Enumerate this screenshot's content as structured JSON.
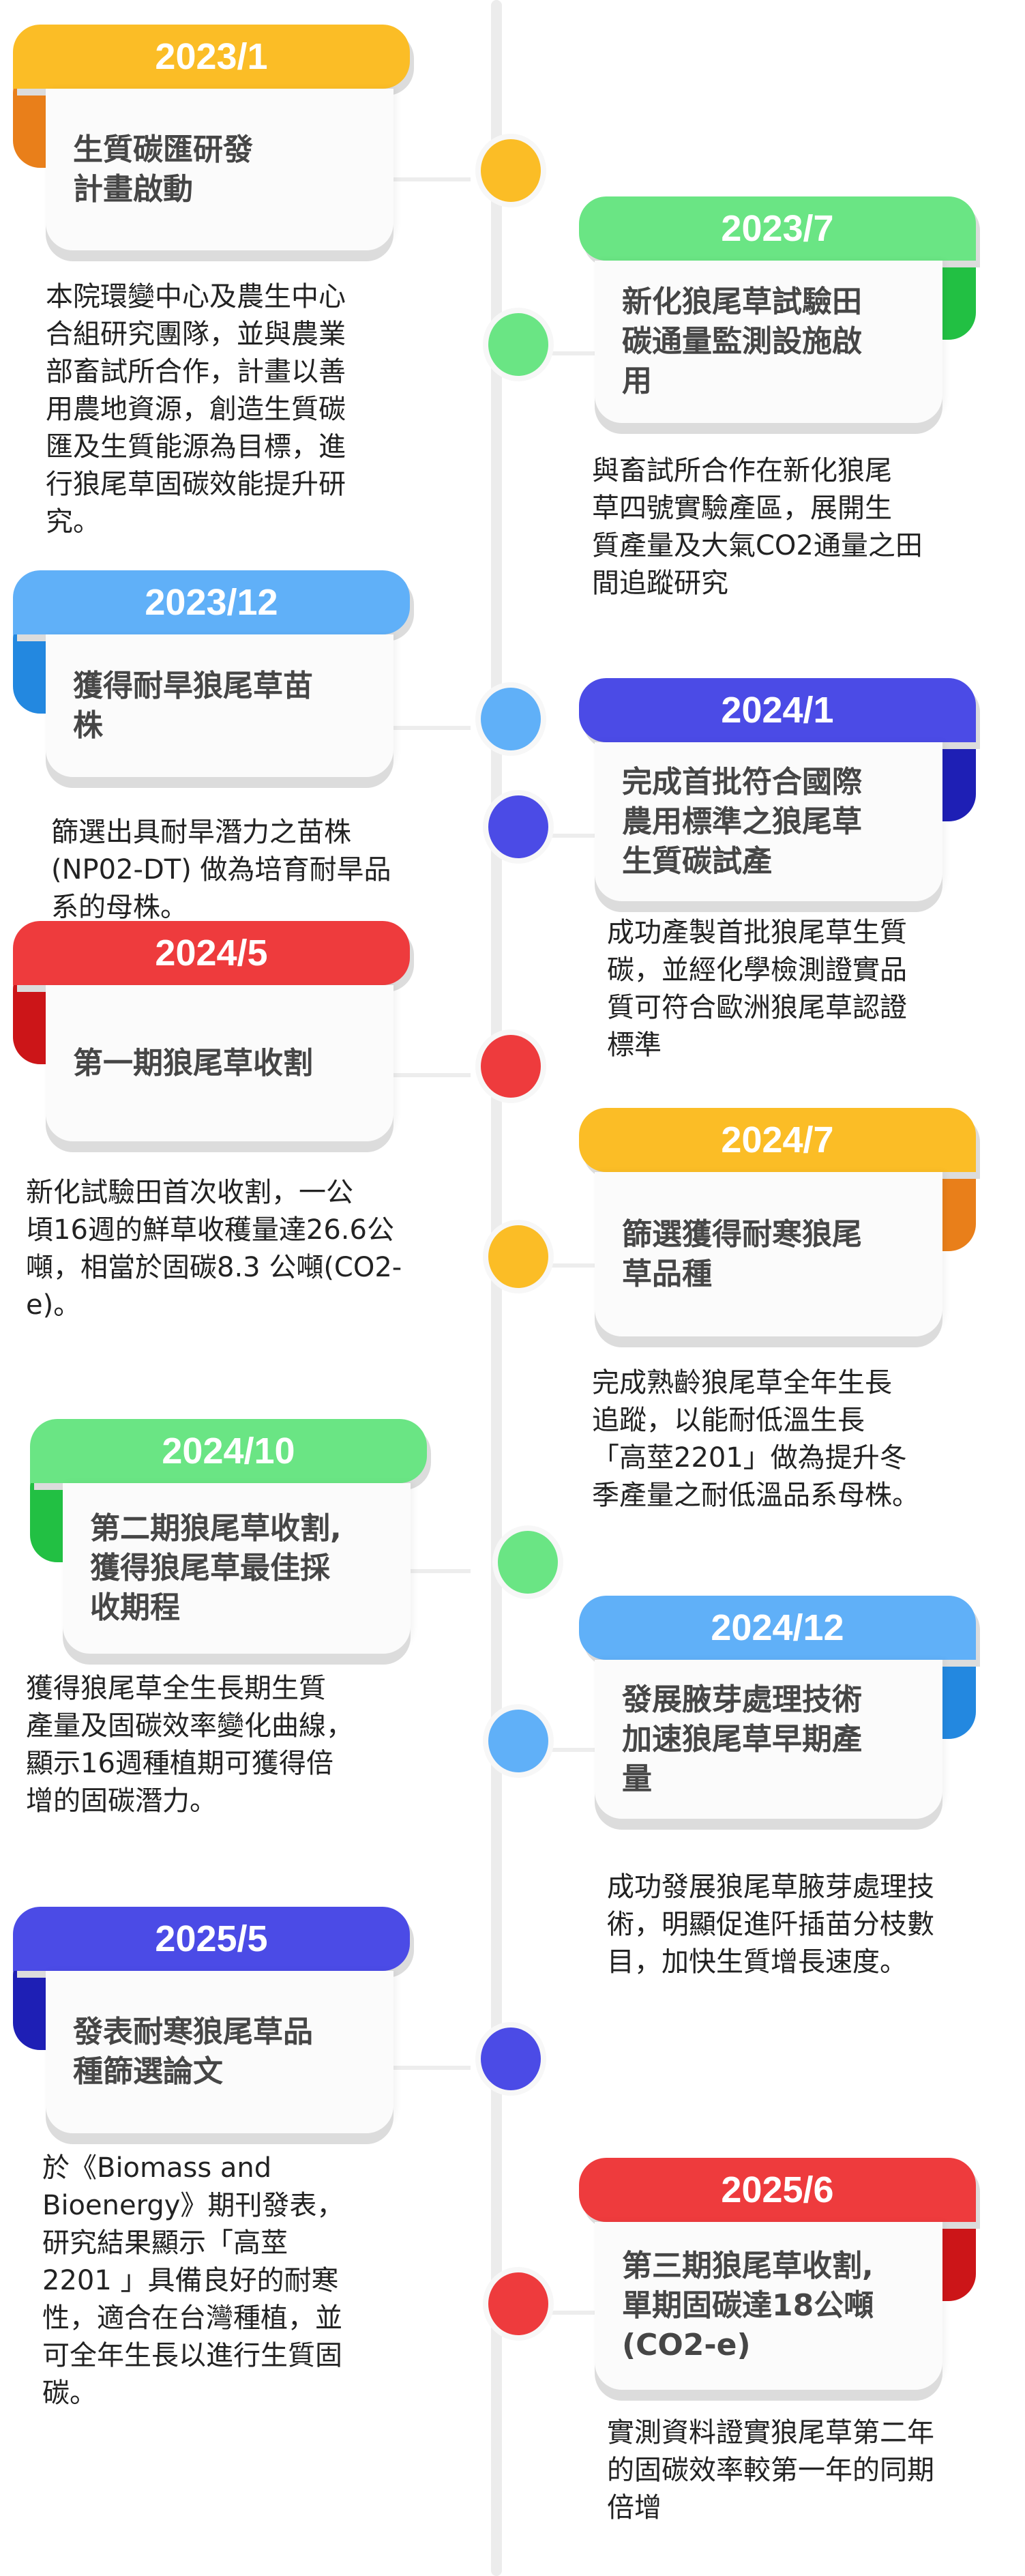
{
  "colors": {
    "yellow": "#FBBD26",
    "yellow_fold": "#E97F1A",
    "green": "#6AE584",
    "green_fold": "#22C043",
    "blue": "#60B0F8",
    "blue_fold": "#2388E0",
    "indigo": "#4B4BE6",
    "indigo_fold": "#1E1FB5",
    "red": "#EE3B3D",
    "red_fold": "#CC1518"
  },
  "milestones": [
    {
      "date": "2023/1",
      "title": "生質碳匯研發\n計畫啟動",
      "desc": "本院環變中心及農生中心\n合組研究團隊，並與農業\n部畜試所合作，計畫以善\n用農地資源，創造生質碳\n匯及生質能源為目標，進\n行狼尾草固碳效能提升研\n究。"
    },
    {
      "date": "2023/7",
      "title": "新化狼尾草試驗田\n碳通量監測設施啟\n用",
      "desc": "與畜試所合作在新化狼尾\n草四號實驗產區，展開生\n質產量及大氣CO2通量之田\n間追蹤研究"
    },
    {
      "date": "2023/12",
      "title": "獲得耐旱狼尾草苗\n株",
      "desc": "篩選出具耐旱潛力之苗株\n(NP02-DT) 做為培育耐旱品\n系的母株。"
    },
    {
      "date": "2024/1",
      "title": "完成首批符合國際\n農用標準之狼尾草\n生質碳試產",
      "desc": "成功產製首批狼尾草生質\n碳，並經化學檢測證實品\n質可符合歐洲狼尾草認證\n標準"
    },
    {
      "date": "2024/5",
      "title": "第一期狼尾草收割",
      "desc": "新化試驗田首次收割，一公\n頃16週的鮮草收穫量達26.6公\n噸，相當於固碳8.3 公噸(CO2-\ne)。"
    },
    {
      "date": "2024/7",
      "title": "篩選獲得耐寒狼尾\n草品種",
      "desc": "完成熟齡狼尾草全年生長\n追蹤，以能耐低溫生長\n「高莖2201」做為提升冬\n季產量之耐低溫品系母株。"
    },
    {
      "date": "2024/10",
      "title": "第二期狼尾草收割,\n獲得狼尾草最佳採\n收期程",
      "desc": "獲得狼尾草全生長期生質\n產量及固碳效率變化曲線，\n顯示16週種植期可獲得倍\n增的固碳潛力。"
    },
    {
      "date": "2024/12",
      "title": "發展腋芽處理技術\n加速狼尾草早期產\n量",
      "desc": "成功發展狼尾草腋芽處理技\n術，明顯促進阡插苗分枝數\n目，加快生質增長速度。"
    },
    {
      "date": "2025/5",
      "title": "發表耐寒狼尾草品\n種篩選論文",
      "desc": "於《Biomass and\nBioenergy》期刊發表，\n研究結果顯示「高莖\n2201 」具備良好的耐寒\n性，適合在台灣種植，並\n可全年生長以進行生質固\n碳。"
    },
    {
      "date": "2025/6",
      "title": "第三期狼尾草收割,\n單期固碳達18公噸\n(CO2-e)",
      "desc": "實測資料證實狼尾草第二年\n的固碳效率較第一年的同期\n倍增"
    }
  ]
}
